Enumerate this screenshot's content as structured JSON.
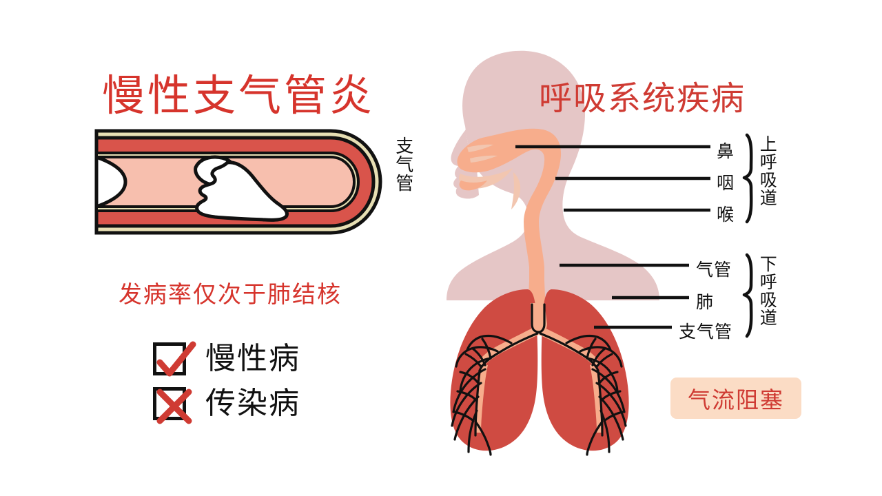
{
  "left_panel": {
    "title": "慢性支气管炎",
    "subtitle": "发病率仅次于肺结核",
    "bronchus_label": "支气管",
    "checklist": [
      {
        "mark": "check",
        "label": "慢性病"
      },
      {
        "mark": "cross",
        "label": "传染病"
      }
    ]
  },
  "right_panel": {
    "title": "呼吸系统疾病",
    "upper_tract": {
      "group_label": "上呼吸道",
      "items": [
        "鼻",
        "咽",
        "喉"
      ]
    },
    "lower_tract": {
      "group_label": "下呼吸道",
      "items": [
        "气管",
        "肺",
        "支气管"
      ]
    },
    "badge": "气流阻塞"
  },
  "colors": {
    "title_red": "#d6342c",
    "accent_red": "#cf3b33",
    "lung_red": "#cf4b42",
    "muscle_red": "#d9544b",
    "cream": "#e7dfb4",
    "lumen_pink": "#f7bfae",
    "airway_salmon": "#f7ad8c",
    "body_pink": "#e5c6c6",
    "badge_bg": "#fbdcc5",
    "outline": "#111111"
  }
}
